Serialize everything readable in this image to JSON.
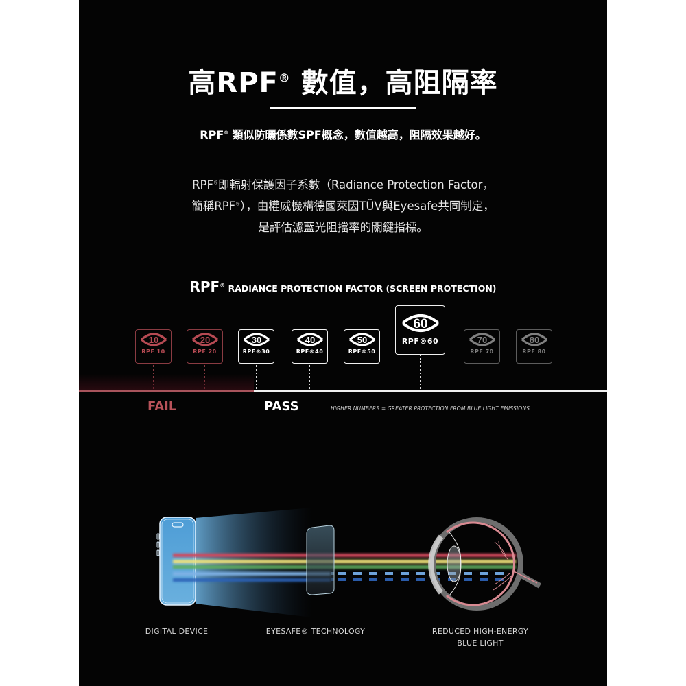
{
  "header": {
    "title_pre": "高RPF",
    "title_reg": "®",
    "title_post": " 數值，高阻隔率",
    "subtitle_pre": "RPF",
    "subtitle_reg": "®",
    "subtitle_post": " 類似防曬係數SPF概念，數值越高，阻隔效果越好。"
  },
  "description": {
    "line1_pre": "RPF",
    "line1_reg": "®",
    "line1_post": "即輻射保護因子系數（Radiance Protection Factor，",
    "line2_pre": "簡稱RPF",
    "line2_reg": "®",
    "line2_post": "），由權威機構德國萊因TÜV與Eyesafe共同制定，",
    "line3": "是評估濾藍光阻擋率的關鍵指標。"
  },
  "scale": {
    "heading_big": "RPF",
    "heading_reg": "®",
    "heading_small": " RADIANCE PROTECTION FACTOR (SCREEN PROTECTION)",
    "badges": [
      {
        "value": "10",
        "label": "RPF 10",
        "status": "fail"
      },
      {
        "value": "20",
        "label": "RPF 20",
        "status": "fail"
      },
      {
        "value": "30",
        "label": "RPF®30",
        "status": "pass"
      },
      {
        "value": "40",
        "label": "RPF®40",
        "status": "pass"
      },
      {
        "value": "50",
        "label": "RPF®50",
        "status": "pass"
      },
      {
        "value": "60",
        "label": "RPF®60",
        "status": "highlight"
      },
      {
        "value": "70",
        "label": "RPF 70",
        "status": "inactive"
      },
      {
        "value": "80",
        "label": "RPF 80",
        "status": "inactive"
      }
    ],
    "fail_label": "FAIL",
    "pass_label": "PASS",
    "hint": "HIGHER NUMBERS = GREATER PROTECTION FROM BLUE LIGHT EMISSIONS",
    "colors": {
      "fail": "#b64a53",
      "pass": "#ffffff",
      "inactive": "#808080"
    }
  },
  "diagram": {
    "captions": {
      "device": "DIGITAL DEVICE",
      "technology": "EYESAFE® TECHNOLOGY",
      "result_line1": "REDUCED HIGH-ENERGY",
      "result_line2": "BLUE LIGHT"
    },
    "light_colors": [
      "#d0485c",
      "#efe27a",
      "#5fae5f",
      "#7fb2e6",
      "#2b62b8"
    ]
  }
}
